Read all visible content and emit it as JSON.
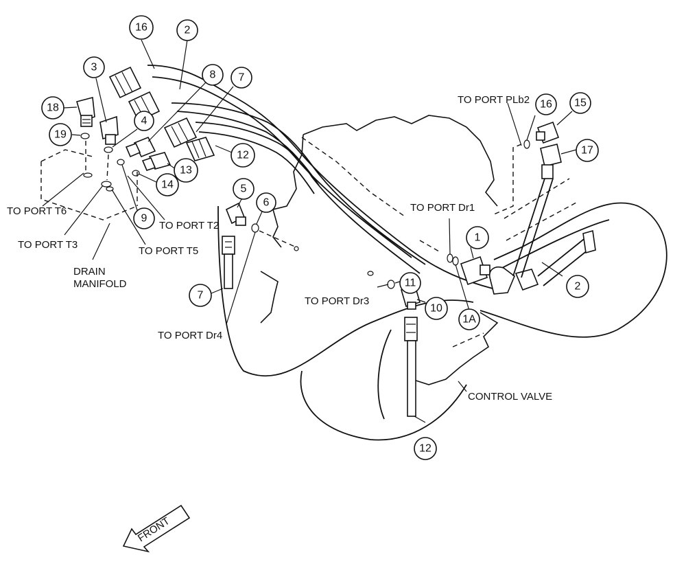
{
  "callouts": [
    "1",
    "1A",
    "2",
    "3",
    "4",
    "5",
    "6",
    "7",
    "8",
    "9",
    "10",
    "11",
    "12",
    "13",
    "14",
    "15",
    "16",
    "17",
    "18",
    "19"
  ],
  "labels": {
    "port_t6": "TO PORT T6",
    "port_t3": "TO PORT T3",
    "port_t5": "TO PORT T5",
    "port_t2": "TO PORT T2",
    "port_dr4": "TO PORT Dr4",
    "port_dr3": "TO PORT Dr3",
    "port_dr1": "TO PORT Dr1",
    "port_plb2": "TO PORT PLb2",
    "drain_manifold_1": "DRAIN",
    "drain_manifold_2": "MANIFOLD",
    "control_valve": "CONTROL VALVE",
    "front": "FRONT"
  }
}
